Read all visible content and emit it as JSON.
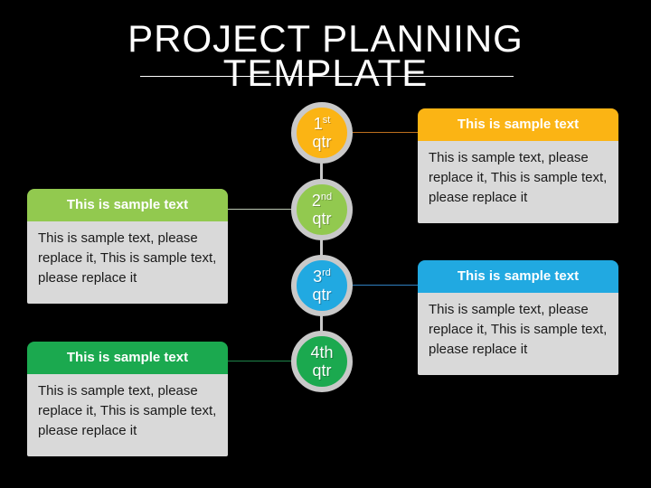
{
  "colors": {
    "background": "#000000",
    "title_text": "#FFFFFF",
    "circle_ring": "#C9C9C9",
    "callout_body_bg": "#D9D9D9",
    "callout_body_text": "#1A1A1A",
    "callout_header_text": "#FFFFFF"
  },
  "title": {
    "line1": "PROJECT PLANNING",
    "line2": "TEMPLATE"
  },
  "quarters": [
    {
      "num": "1",
      "sup": "st",
      "unit": "qtr",
      "fill": "#FBB414",
      "connector": "#BE6F1E"
    },
    {
      "num": "2",
      "sup": "nd",
      "unit": "qtr",
      "fill": "#92C94F",
      "connector": "#BDC9B4"
    },
    {
      "num": "3",
      "sup": "rd",
      "unit": "qtr",
      "fill": "#21A9E1",
      "connector": "#2E7FBF"
    },
    {
      "num": "4th",
      "sup": "",
      "unit": "qtr",
      "fill": "#1BA94F",
      "connector": "#1E8449"
    }
  ],
  "callouts": [
    {
      "side": "right",
      "header": "This is sample text",
      "body": "This is sample text, please replace it, This is sample text, please replace it",
      "header_bg": "#FBB414"
    },
    {
      "side": "left",
      "header": "This is sample text",
      "body": "This is sample text, please replace it, This is sample text, please replace it",
      "header_bg": "#92C94F"
    },
    {
      "side": "right",
      "header": "This is sample text",
      "body": "This is sample text, please replace it, This is sample text, please replace it",
      "header_bg": "#21A9E1"
    },
    {
      "side": "left",
      "header": "This is sample text",
      "body": "This is sample text, please replace it, This is sample text, please replace it",
      "header_bg": "#1BA94F"
    }
  ]
}
